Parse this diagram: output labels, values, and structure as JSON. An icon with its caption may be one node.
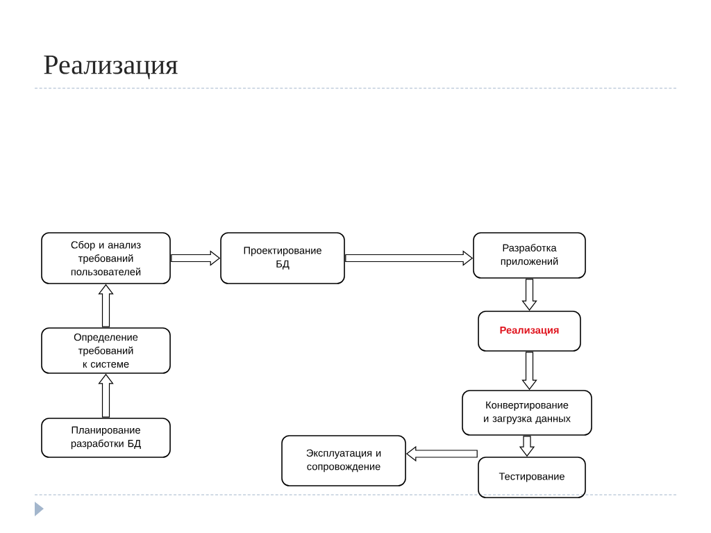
{
  "diagram": {
    "title": "Реализация",
    "nodes": [
      {
        "text": [
          "Планирование разработки БД"
        ]
      },
      {
        "text": [
          "Определение требований к системе"
        ]
      },
      {
        "text": [
          "Сбор и анализ требований пользователей"
        ]
      },
      {
        "text": [
          "Проектирование БД"
        ]
      },
      {
        "text": [
          "Разработка приложений"
        ]
      },
      {
        "text": [
          "Реализация"
        ]
      },
      {
        "text": [
          "Конвертирование и загрузка данных"
        ]
      },
      {
        "text": [
          "Тестирование"
        ]
      },
      {
        "text": [
          "Эксплуатация и сопровождение"
        ]
      }
    ],
    "edges": [
      {
        "from": 0,
        "to": 1,
        "arrow": "to"
      },
      {
        "from": 1,
        "to": 2,
        "arrow": "to"
      },
      {
        "from": 2,
        "to": 3,
        "arrow": "to"
      },
      {
        "from": 3,
        "to": 4,
        "arrow": "to"
      },
      {
        "from": 4,
        "to": 5,
        "arrow": "to"
      },
      {
        "from": 5,
        "to": 6,
        "arrow": "to"
      },
      {
        "from": 6,
        "to": 7,
        "arrow": "to"
      },
      {
        "from": 7,
        "to": 8,
        "arrow": "to"
      }
    ]
  }
}
